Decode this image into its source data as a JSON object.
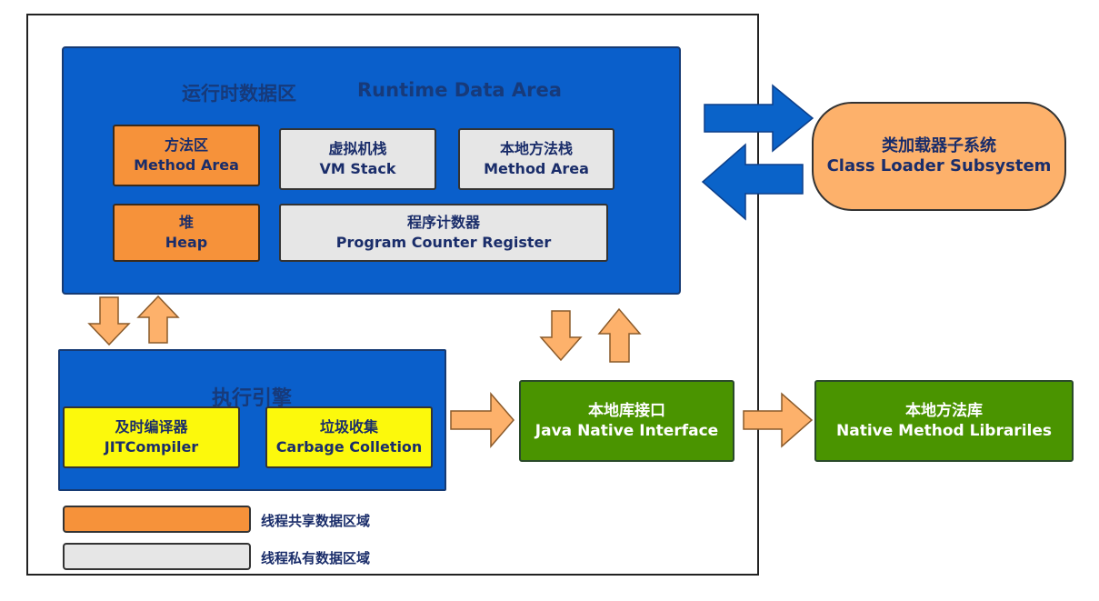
{
  "runtime_area": {
    "title_cn": "运行时数据区",
    "title_en": "Runtime Data Area",
    "method_area": {
      "line1": "方法区",
      "line2": "Method Area"
    },
    "vm_stack": {
      "line1": "虚拟机栈",
      "line2": "VM Stack"
    },
    "native_stack": {
      "line1": "本地方法栈",
      "line2": "Method Area"
    },
    "heap": {
      "line1": "堆",
      "line2": "Heap"
    },
    "pc_register": {
      "line1": "程序计数器",
      "line2": "Program Counter Register"
    }
  },
  "class_loader": {
    "line1": "类加载器子系统",
    "line2": "Class Loader Subsystem"
  },
  "execution_engine": {
    "title": "执行引擎",
    "jit": {
      "line1": "及时编译器",
      "line2": "JITCompiler"
    },
    "gc": {
      "line1": "垃圾收集",
      "line2": "Carbage Colletion"
    }
  },
  "native_interface": {
    "line1": "本地库接口",
    "line2": "Java Native Interface"
  },
  "native_libraries": {
    "line1": "本地方法库",
    "line2": "Native Method Librariles"
  },
  "legend": {
    "shared": "线程共享数据区域",
    "private": "线程私有数据区域"
  },
  "colors": {
    "runtime_blue": "#0a5fcb",
    "shared_orange": "#f6923a",
    "private_grey": "#e6e6e6",
    "compiler_yellow": "#fcf90c",
    "native_green": "#4a9400",
    "flow_arrow": "#fdb16b",
    "loader_arrow": "#0a63c9"
  }
}
